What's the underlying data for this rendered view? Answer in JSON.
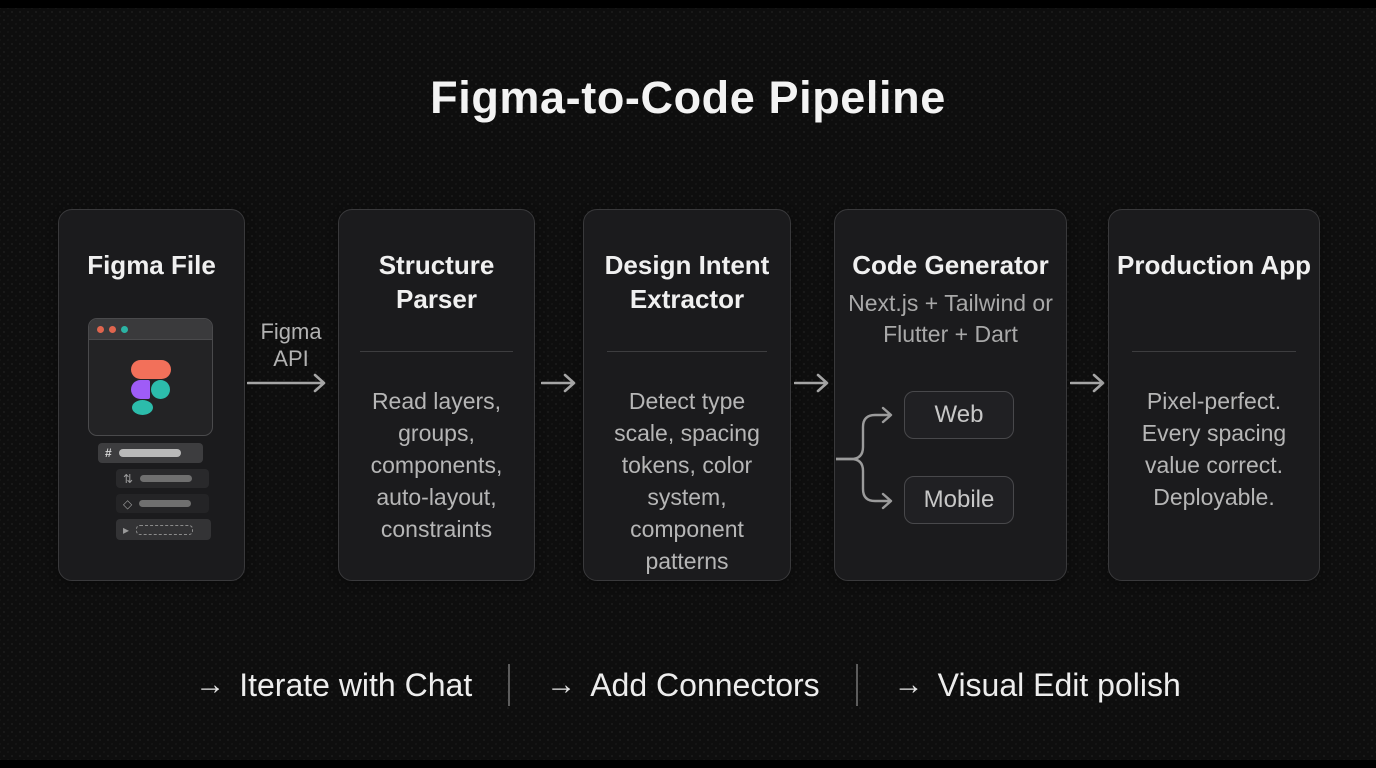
{
  "title": "Figma-to-Code Pipeline",
  "flow": {
    "api_label": "Figma API",
    "cards": [
      {
        "title": "Figma File"
      },
      {
        "title": "Structure Parser",
        "body": "Read layers, groups, components, auto-layout, constraints"
      },
      {
        "title": "Design Intent Extractor",
        "body": "Detect type scale, spacing tokens, color system, component patterns"
      },
      {
        "title": "Code Generator",
        "subtitle": "Next.js + Tailwind or Flutter + Dart",
        "outputs": [
          {
            "label": "Web"
          },
          {
            "label": "Mobile"
          }
        ]
      },
      {
        "title": "Production App",
        "body": "Pixel-perfect. Every spacing value correct. Deployable."
      }
    ]
  },
  "figma_file_card": {
    "traffic_lights": [
      "#e0654e",
      "#e0654e",
      "#2bb3a4"
    ],
    "logo_colors": {
      "orange": "#f2705a",
      "purple": "#9f5cf7",
      "teal": "#2cbcab"
    },
    "layers": [
      {
        "icon": "frame-icon",
        "glyph": "#"
      },
      {
        "icon": "auto-layout-icon",
        "glyph": "⇅"
      },
      {
        "icon": "instance-diamond-icon",
        "glyph": "◇"
      },
      {
        "icon": "expand-triangle-icon",
        "glyph": "▸"
      }
    ]
  },
  "footer": {
    "arrow": "→",
    "divider": "|",
    "items": [
      "Iterate with Chat",
      "Add Connectors",
      "Visual Edit polish"
    ]
  },
  "colors": {
    "background": "#0e0e0e",
    "card_bg": "#1b1b1d",
    "card_border": "#39393b",
    "text_primary": "#f3f3f3",
    "text_secondary": "#b6b6b6",
    "arrow": "#a5a5a5"
  }
}
